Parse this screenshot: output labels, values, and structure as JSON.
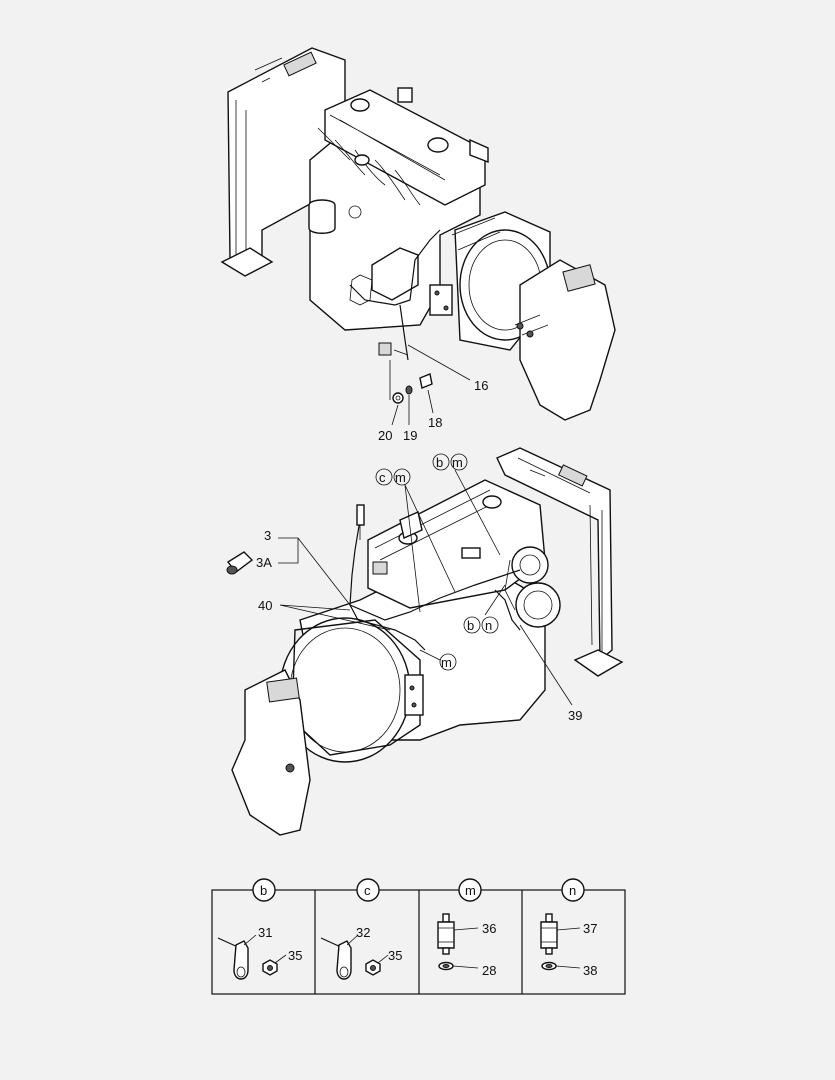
{
  "top_assembly": {
    "callouts": [
      "16",
      "20",
      "19",
      "18"
    ]
  },
  "bottom_assembly": {
    "callouts": [
      "3",
      "3A",
      "40",
      "39"
    ],
    "detail_refs": {
      "c_m": [
        "c",
        "m"
      ],
      "b_m": [
        "b",
        "m"
      ],
      "b_n": [
        "b",
        "n"
      ],
      "m": "m"
    }
  },
  "detail_table": {
    "panels": [
      {
        "key": "b",
        "items": [
          "31",
          "35"
        ]
      },
      {
        "key": "c",
        "items": [
          "32",
          "35"
        ]
      },
      {
        "key": "m",
        "items": [
          "36",
          "28"
        ]
      },
      {
        "key": "n",
        "items": [
          "37",
          "38"
        ]
      }
    ]
  }
}
